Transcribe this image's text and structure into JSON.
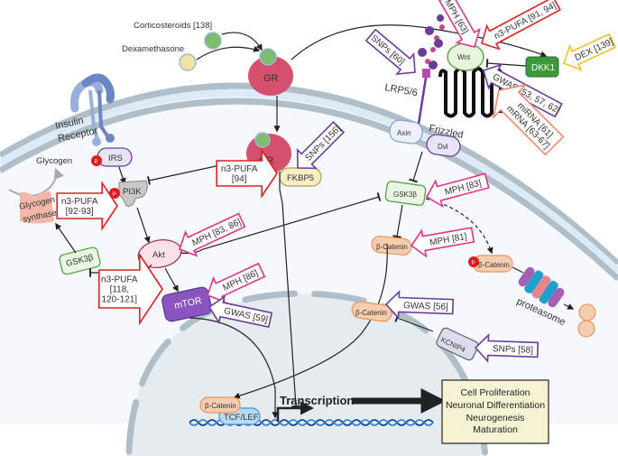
{
  "colors": {
    "membrane": "#b0bec9",
    "membrane_inner": "#dbeaf7",
    "cytoplasm": "#f5f9fd",
    "nucleus": "#e6ebf0",
    "gr": "#d4506e",
    "ligand_green": "#7dbb6d",
    "ligand_yellow": "#f3e2a6",
    "mph": "#e0338a",
    "npufa": "#dd2222",
    "snps": "#6a3d9a",
    "mirna": "#f08a6a",
    "dex": "#f2c020",
    "mtor": "#8b55c0",
    "dkk1": "#3c9a3c",
    "catenin_fill": "#f6cdae",
    "catenin_stroke": "#e8955c",
    "gsk_fill": "#e9f6e2",
    "gsk_stroke": "#4f9a3f",
    "output_box": "#f6f3d4"
  },
  "ligands": {
    "corticosteroids": "Corticosteroids [138]",
    "dexamethasone": "Dexamethasone"
  },
  "receptors": {
    "gr_membrane": "GR",
    "gr_cytoplasm": "GR",
    "insulin_receptor_line1": "Insulin",
    "insulin_receptor_line2": "Receptor",
    "lrp": "LRP5/6",
    "frizzled": "Frizzled"
  },
  "proteins": {
    "irs": "IRS",
    "pi3k": "PI3K",
    "akt": "Akt",
    "gsk3b_left": "GSK3β",
    "glycogen_synthase_line1": "Glycogen",
    "glycogen_synthase_line2": "synthase",
    "glycogen": "Glycogen",
    "mtor": "mTOR",
    "fkbp5": "FKBP5",
    "wnt": "Wnt",
    "dkk1": "DKK1",
    "axin": "Axin",
    "dvl": "Dvl",
    "gsk3b_right": "GSK3β",
    "beta_catenin_1": "β-Catenin",
    "beta_catenin_2": "β-Catenin",
    "beta_catenin_phospho": "β-Catenin",
    "beta_catenin_nucleus": "β-Catenin",
    "tcf_lef": "TCF/LEF",
    "kcnip4": "KCNIP4",
    "proteasome": "proteasome",
    "phospho": "P"
  },
  "interventions": {
    "mph_63": "MPH [63]",
    "snps_60": "SNPs [60]",
    "npufa_91_94": "n3-PUFA [91, 94]",
    "dex_139": "DEX [139]",
    "gwas_53": "GWAS [53, 57, 62]",
    "mrna_line1": "mRNA [63-67]",
    "mrna_line2": "miRNA [61]",
    "snps_156": "SNPs [156]",
    "npufa_94_line1": "n3-PUFA",
    "npufa_94_line2": "[94]",
    "npufa_92_line1": "n3-PUFA",
    "npufa_92_line2": "[92-93]",
    "mph_83_86": "MPH [83, 86]",
    "mph_86": "MPH [86]",
    "gwas_59": "GWAS [59]",
    "npufa_118_line1": "n3-PUFA",
    "npufa_118_line2": "[118,",
    "npufa_118_line3": "120-121]",
    "mph_83": "MPH [83]",
    "mph_81": "MPH [81]",
    "gwas_56": "GWAS [56]",
    "snps_58": "SNPs [58]"
  },
  "nucleus": {
    "transcription": "Transcription"
  },
  "outcomes": [
    "Cell Proliferation",
    "Neuronal Differentiation",
    "Neurogenesis",
    "Maturation"
  ]
}
